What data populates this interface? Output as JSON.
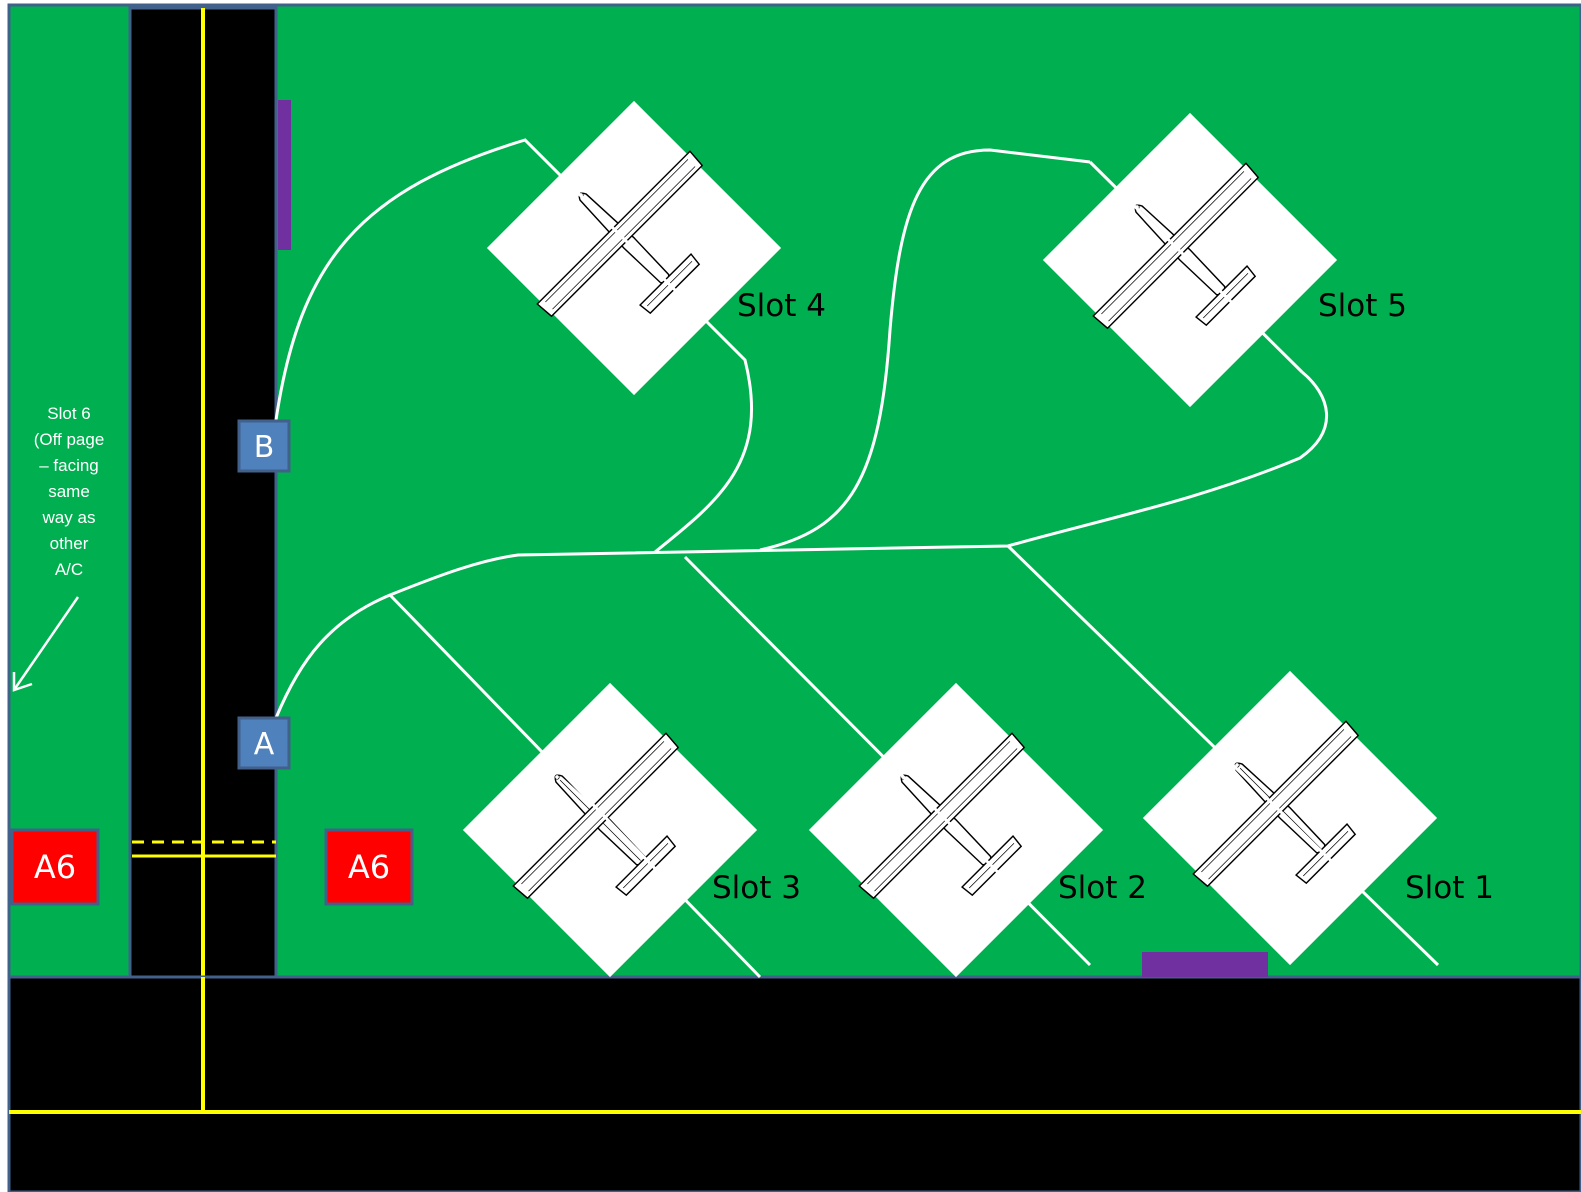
{
  "colors": {
    "grass": "#00b050",
    "pavement": "#000000",
    "centerline": "#ffff00",
    "border": "#41608a",
    "marker": "#4f81bd",
    "sign": "#ff0000",
    "bar": "#7030a0",
    "taxi_path": "#ffffff"
  },
  "slots": [
    {
      "id": "slot1",
      "label": "Slot 1"
    },
    {
      "id": "slot2",
      "label": "Slot 2"
    },
    {
      "id": "slot3",
      "label": "Slot 3"
    },
    {
      "id": "slot4",
      "label": "Slot 4"
    },
    {
      "id": "slot5",
      "label": "Slot 5"
    }
  ],
  "markers": {
    "a": "A",
    "b": "B"
  },
  "signs": {
    "left": "A6",
    "right": "A6"
  },
  "note": {
    "lines": [
      "Slot 6",
      "(Off page",
      "– facing",
      "same",
      "way as",
      "other",
      "A/C"
    ],
    "icon": "arrow-icon"
  },
  "icons": {
    "aircraft": "airplane-icon"
  }
}
